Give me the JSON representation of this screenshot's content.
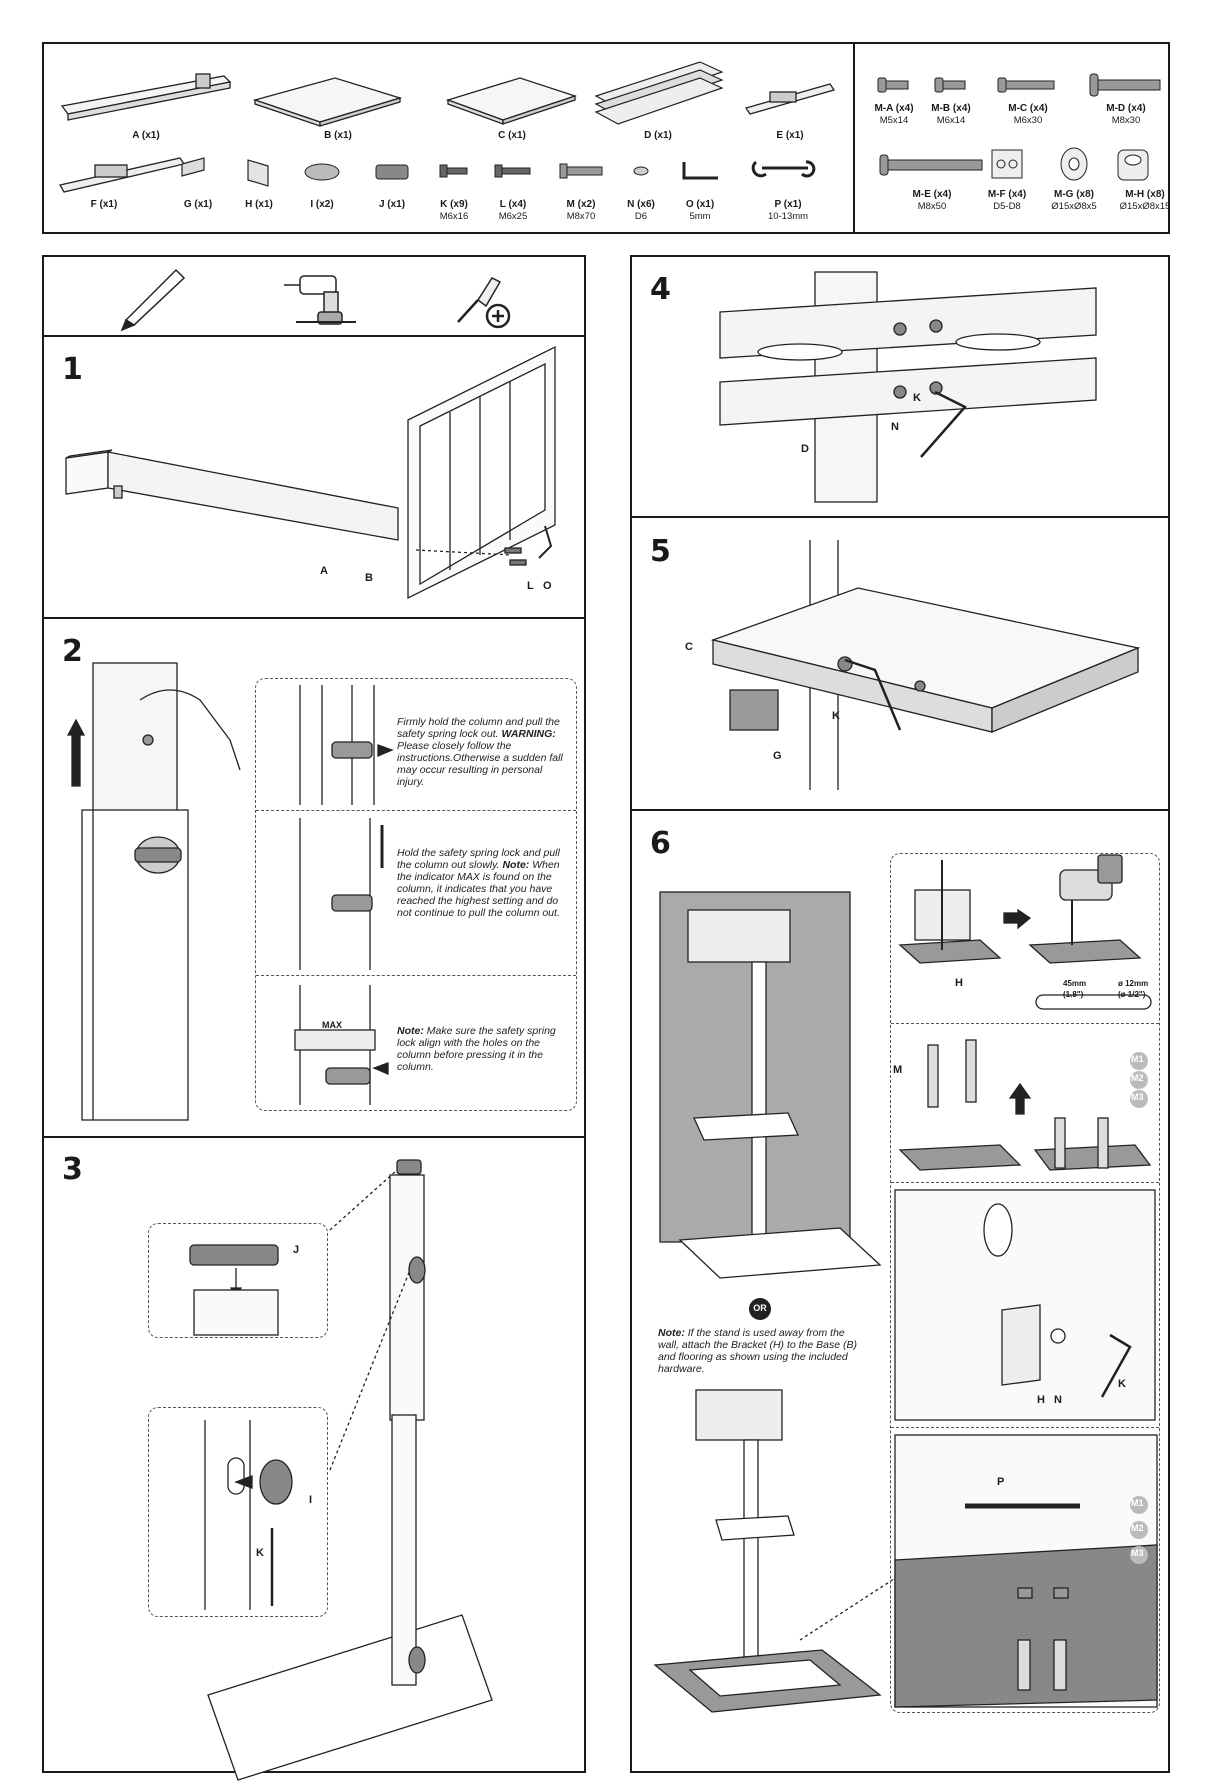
{
  "parts": [
    {
      "label": "A (x1)",
      "size": ""
    },
    {
      "label": "B (x1)",
      "size": ""
    },
    {
      "label": "C (x1)",
      "size": ""
    },
    {
      "label": "D (x1)",
      "size": ""
    },
    {
      "label": "E (x1)",
      "size": ""
    },
    {
      "label": "F (x1)",
      "size": ""
    },
    {
      "label": "G (x1)",
      "size": ""
    },
    {
      "label": "H (x1)",
      "size": ""
    },
    {
      "label": "I (x2)",
      "size": ""
    },
    {
      "label": "J (x1)",
      "size": ""
    },
    {
      "label": "K (x9)",
      "size": "M6x16"
    },
    {
      "label": "L (x4)",
      "size": "M6x25"
    },
    {
      "label": "M (x2)",
      "size": "M8x70"
    },
    {
      "label": "N (x6)",
      "size": "D6"
    },
    {
      "label": "O (x1)",
      "size": "5mm"
    },
    {
      "label": "P (x1)",
      "size": "10-13mm"
    }
  ],
  "hardware": [
    {
      "label": "M-A (x4)",
      "size": "M5x14"
    },
    {
      "label": "M-B (x4)",
      "size": "M6x14"
    },
    {
      "label": "M-C (x4)",
      "size": "M6x30"
    },
    {
      "label": "M-D (x4)",
      "size": "M8x30"
    },
    {
      "label": "M-E (x4)",
      "size": "M8x50"
    },
    {
      "label": "M-F (x4)",
      "size": "D5-D8"
    },
    {
      "label": "M-G (x8)",
      "size": "Ø15xØ8x5"
    },
    {
      "label": "M-H (x8)",
      "size": "Ø15xØ8x15"
    }
  ],
  "steps": {
    "s1": "1",
    "s2": "2",
    "s3": "3",
    "s4": "4",
    "s5": "5",
    "s6": "6"
  },
  "callouts": {
    "s1": {
      "a": "A",
      "b": "B",
      "l": "L",
      "o": "O"
    },
    "s3": {
      "j": "J",
      "i": "I",
      "k": "K"
    },
    "s4": {
      "d": "D",
      "n": "N",
      "k": "K"
    },
    "s5": {
      "c": "C",
      "k": "K",
      "g": "G"
    },
    "s6": {
      "h": "H",
      "m": "M",
      "h2": "H",
      "n2": "N",
      "k2": "K",
      "p": "P",
      "m1": "M1",
      "m2": "M2",
      "m3": "M3",
      "m1b": "M1",
      "m2b": "M2",
      "m3b": "M3"
    }
  },
  "step2_notes": {
    "n1_a": "Firmly hold the column and pull the safety spring lock out.",
    "n1_b": "WARNING:",
    "n1_c": "Please closely follow the instructions.Otherwise a sudden fall may occur resulting in personal injury.",
    "n2_a": "Hold the safety spring lock and pull the column out slowly.",
    "n2_b": "Note:",
    "n2_c": "When the indicator MAX is found on the column, it indicates that you have reached the highest setting and do not continue to pull the column out.",
    "n3_b": "Note:",
    "n3_c": "Make sure the safety spring lock align with the holes on the column before pressing it in the column.",
    "max": "MAX"
  },
  "step6": {
    "or": "OR",
    "note_b": "Note:",
    "note_c": "If the stand is used away from the wall, attach the Bracket (H) to the Base (B) and flooring as shown using the included hardware.",
    "dim1": "45mm",
    "dim1b": "(1.8\")",
    "dim2": "ø 12mm",
    "dim2b": "(ø 1/2\")"
  }
}
